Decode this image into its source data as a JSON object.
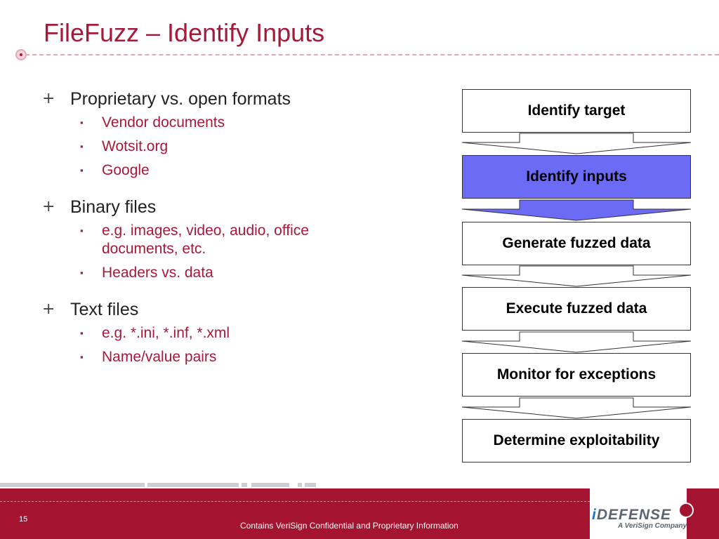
{
  "slide": {
    "title": "FileFuzz – Identify Inputs",
    "page_number": "15",
    "footer_text": "Contains VeriSign Confidential and Proprietary Information",
    "logo_text": "DEFENSE",
    "logo_i": "i",
    "logo_subtitle": "A VeriSign Company"
  },
  "bullets": [
    {
      "marker": "+",
      "text": "Proprietary vs. open formats",
      "items": [
        "Vendor documents",
        "Wotsit.org",
        "Google"
      ]
    },
    {
      "marker": "+",
      "text": "Binary files",
      "items": [
        "e.g. images, video, audio, office documents, etc.",
        "Headers vs. data"
      ]
    },
    {
      "marker": "+",
      "text": "Text files",
      "items": [
        "e.g. *.ini, *.inf, *.xml",
        "Name/value pairs"
      ]
    }
  ],
  "sub_marker": "▪",
  "flow": {
    "steps": [
      "Identify target",
      "Identify inputs",
      "Generate fuzzed data",
      "Execute fuzzed data",
      "Monitor for exceptions",
      "Determine exploitability"
    ],
    "active_index": 1,
    "active_color": "#6b6bf5"
  },
  "colors": {
    "accent": "#a6193a",
    "footer": "#a41431"
  }
}
